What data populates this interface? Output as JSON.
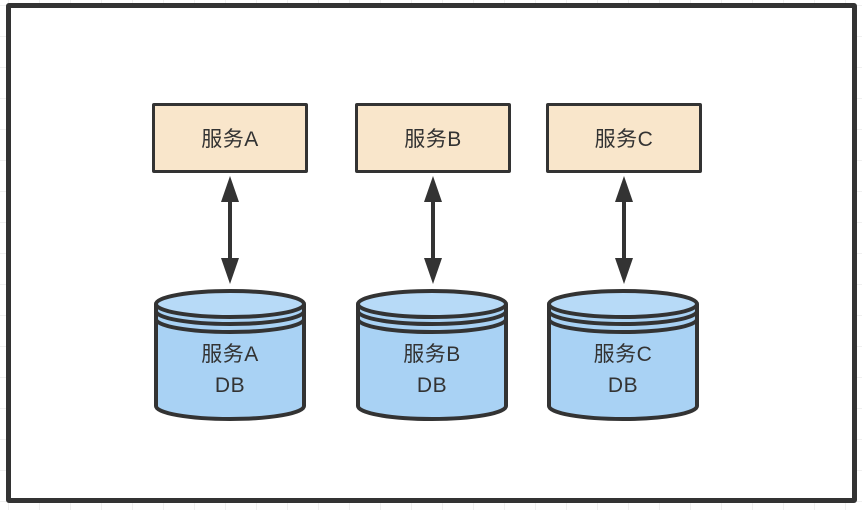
{
  "diagram": {
    "title": "services-with-dedicated-databases",
    "columns": [
      {
        "service": "服务A",
        "db_line1": "服务A",
        "db_line2": "DB"
      },
      {
        "service": "服务B",
        "db_line1": "服务B",
        "db_line2": "DB"
      },
      {
        "service": "服务C",
        "db_line1": "服务C",
        "db_line2": "DB"
      }
    ],
    "connector": {
      "type": "double-headed-arrow",
      "direction": "vertical"
    },
    "colors": {
      "service_box_fill": "#f9e6cb",
      "database_fill": "#a9d2f4",
      "stroke": "#333333",
      "text": "#333333",
      "grid_line": "#f0f0f0",
      "canvas_background": "#ffffff"
    }
  }
}
